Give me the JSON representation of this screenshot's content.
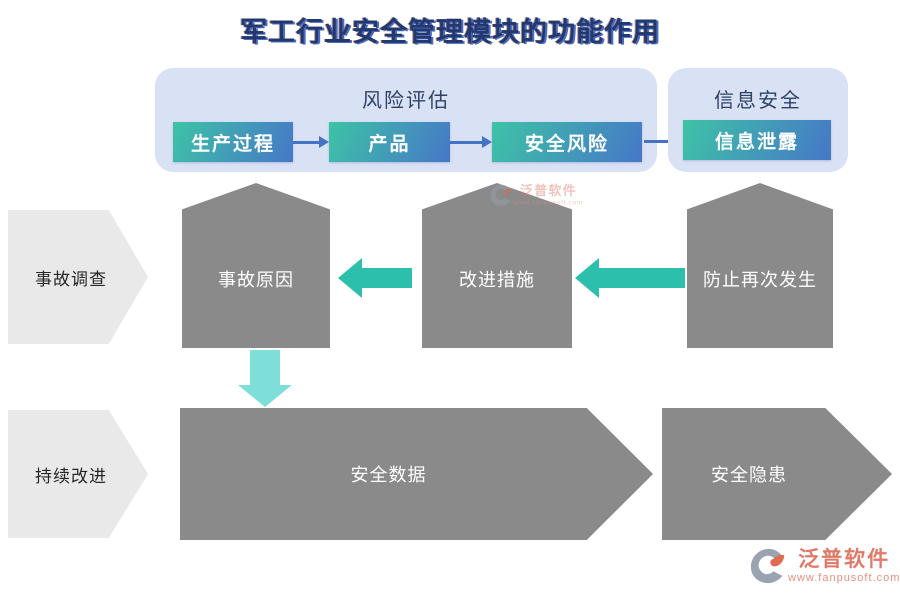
{
  "title": "军工行业安全管理模块的功能作用",
  "risk": {
    "header": "风险评估",
    "boxes": [
      "生产过程",
      "产品",
      "安全风险"
    ]
  },
  "info": {
    "header": "信息安全",
    "boxes": [
      "信息泄露"
    ]
  },
  "houses": [
    "事故原因",
    "改进措施",
    "防止再次发生"
  ],
  "side": [
    "事故调查",
    "持续改进"
  ],
  "bottom": [
    "安全数据",
    "安全隐患"
  ],
  "brand": {
    "name": "泛普软件",
    "url": "www.fanpusoft.com"
  },
  "colors": {
    "title_navy": "#23386b",
    "panel_bg": "#d9e1f5",
    "box_gradient_start": "#3ec3a6",
    "box_gradient_end": "#4677c8",
    "arrow_blue": "#4472c4",
    "shape_gray": "#8a8a8a",
    "side_gray": "#e9e9e9",
    "teal_arrow": "#2cbfab",
    "light_teal_arrow": "#7eded8",
    "brand_salmon": "#df7a69"
  }
}
